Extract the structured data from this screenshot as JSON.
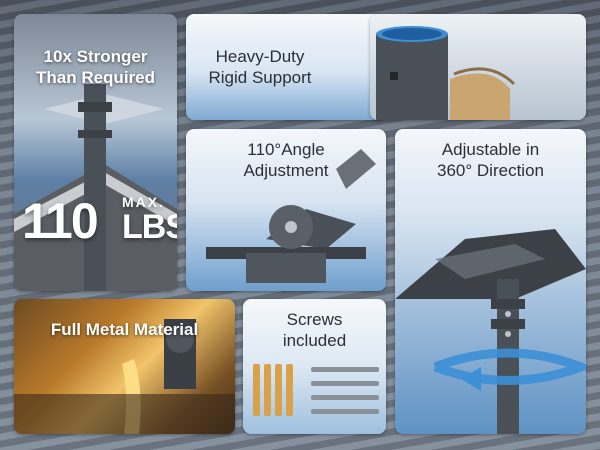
{
  "panels": {
    "strength": {
      "title_line1": "10x Stronger",
      "title_line2": "Than Required",
      "capacity_value": "110",
      "capacity_prefix": "MAX.",
      "capacity_unit": "LBS"
    },
    "support": {
      "title_line1": "Heavy-Duty",
      "title_line2": "Rigid Support"
    },
    "angle": {
      "title_line1": "110°Angle",
      "title_line2": "Adjustment"
    },
    "rotation": {
      "title_line1": "Adjustable in",
      "title_line2": "360° Direction"
    },
    "material": {
      "title": "Full Metal Material"
    },
    "screws": {
      "title_line1": "Screws",
      "title_line2": "included"
    }
  },
  "colors": {
    "pole": "#4a5058",
    "accent_blue": "#3d8fd6",
    "anchor_gold": "#d8a24a",
    "molten": "#f2a03a"
  }
}
